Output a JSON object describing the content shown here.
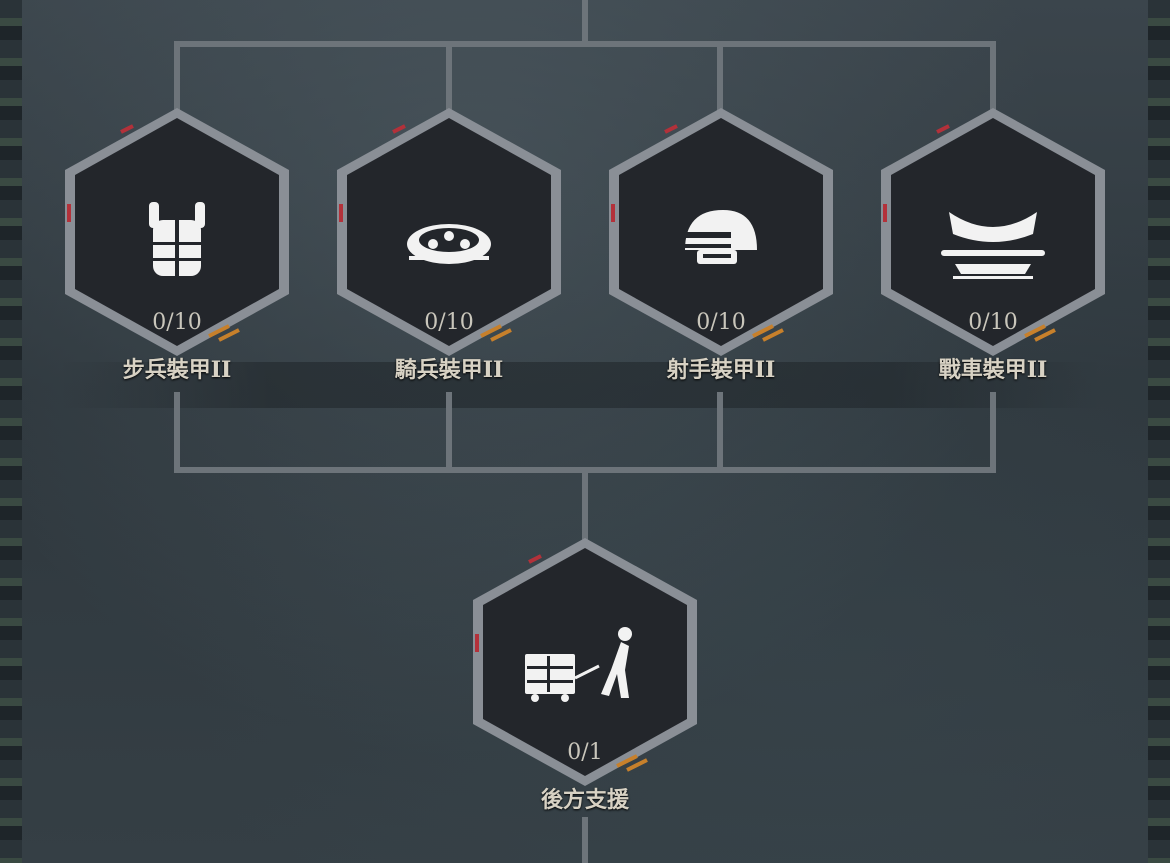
{
  "nodes": [
    {
      "level": "0/10",
      "label": "步兵裝甲II",
      "icon": "armor-vest-icon"
    },
    {
      "level": "0/10",
      "label": "騎兵裝甲II",
      "icon": "barding-shield-icon"
    },
    {
      "level": "0/10",
      "label": "射手裝甲II",
      "icon": "helmet-icon"
    },
    {
      "level": "0/10",
      "label": "戰車裝甲II",
      "icon": "chariot-plate-icon"
    }
  ],
  "support_node": {
    "level": "0/1",
    "label": "後方支援",
    "icon": "cart-puller-icon"
  },
  "colors": {
    "hex_frame": "#8a8f96",
    "hex_inner": "#23262b",
    "line": "#6d747a",
    "accent_red": "#b3313a",
    "accent_orange": "#c7802b",
    "icon": "#f2f2f2"
  }
}
